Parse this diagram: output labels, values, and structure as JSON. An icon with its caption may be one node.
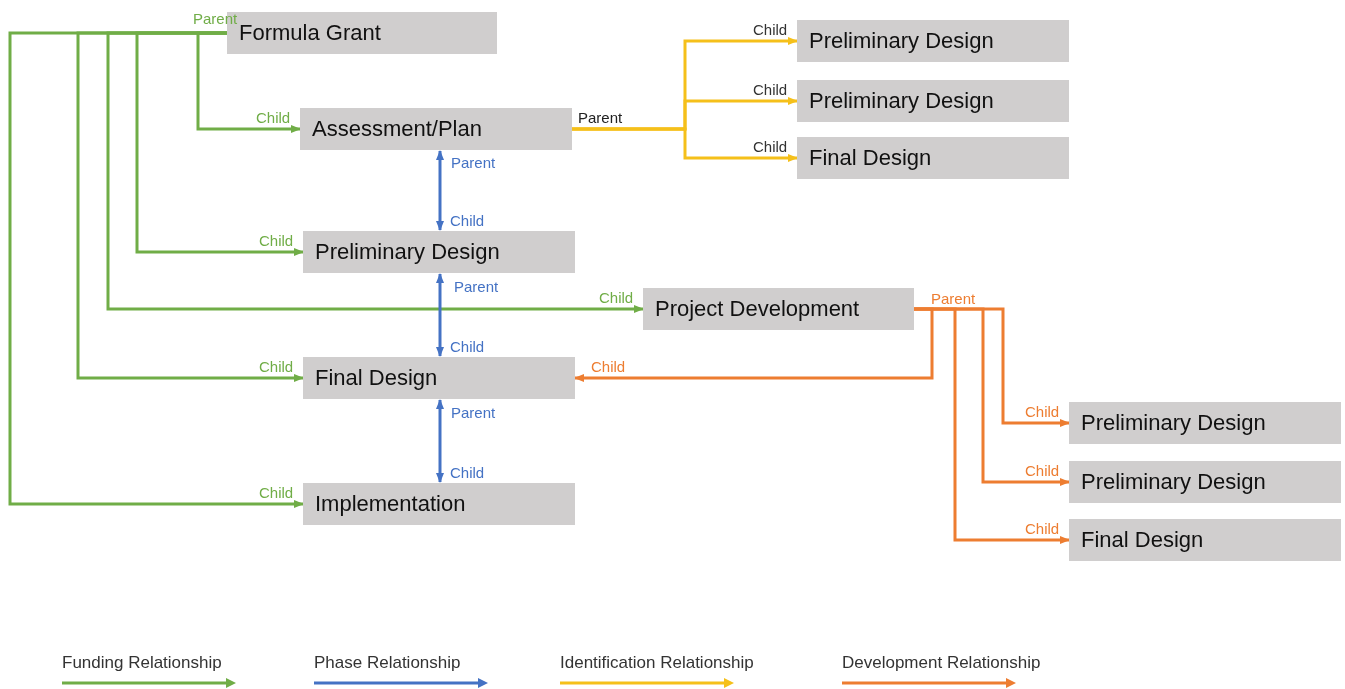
{
  "diagram": {
    "nodes": [
      {
        "text": [
          "Formula Grant"
        ]
      },
      {
        "text": [
          "Assessment/Plan"
        ]
      },
      {
        "text": [
          "Preliminary Design"
        ]
      },
      {
        "text": [
          "Project Development"
        ]
      },
      {
        "text": [
          "Final Design"
        ]
      },
      {
        "text": [
          "Implementation"
        ]
      },
      {
        "text": [
          "Preliminary Design"
        ]
      },
      {
        "text": [
          "Preliminary Design"
        ]
      },
      {
        "text": [
          "Final Design"
        ]
      },
      {
        "text": [
          "Preliminary Design"
        ]
      },
      {
        "text": [
          "Preliminary Design"
        ]
      },
      {
        "text": [
          "Final Design"
        ]
      }
    ],
    "edges": [
      {
        "from": 0,
        "to": 1,
        "arrow": "to",
        "label": "Child"
      },
      {
        "from": 0,
        "to": 2,
        "arrow": "to",
        "label": "Child"
      },
      {
        "from": 0,
        "to": 3,
        "arrow": "to",
        "label": "Child"
      },
      {
        "from": 0,
        "to": 4,
        "arrow": "to",
        "label": "Child"
      },
      {
        "from": 0,
        "to": 5,
        "arrow": "to",
        "label": "Child"
      },
      {
        "from": 1,
        "to": 2,
        "arrow": "both",
        "label": "Child",
        "color": "#4472c4"
      },
      {
        "from": 2,
        "to": 4,
        "arrow": "both",
        "label": "Child",
        "color": "#4472c4"
      },
      {
        "from": 4,
        "to": 5,
        "arrow": "both",
        "label": "Child",
        "color": "#4472c4"
      },
      {
        "from": 1,
        "to": 6,
        "arrow": "to",
        "label": "Child",
        "color": "#f5c01a"
      },
      {
        "from": 1,
        "to": 7,
        "arrow": "to",
        "label": "Child",
        "color": "#f5c01a"
      },
      {
        "from": 1,
        "to": 8,
        "arrow": "to",
        "label": "Child",
        "color": "#f5c01a"
      },
      {
        "from": 3,
        "to": 4,
        "arrow": "to",
        "label": "Child",
        "color": "#ed7d31"
      },
      {
        "from": 3,
        "to": 9,
        "arrow": "to",
        "label": "Child",
        "color": "#ed7d31"
      },
      {
        "from": 3,
        "to": 10,
        "arrow": "to",
        "label": "Child",
        "color": "#ed7d31"
      },
      {
        "from": 3,
        "to": 11,
        "arrow": "to",
        "label": "Child",
        "color": "#ed7d31"
      }
    ],
    "labels": [
      "Parent",
      "Parent",
      "Parent",
      "Parent",
      "Parent",
      "Parent"
    ],
    "legend": [
      {
        "text": "Funding Relationship",
        "color": "#70ad47"
      },
      {
        "text": "Phase Relationship",
        "color": "#4472c4"
      },
      {
        "text": "Identification Relationship",
        "color": "#f5c01a"
      },
      {
        "text": "Development Relationship",
        "color": "#ed7d31"
      }
    ]
  }
}
